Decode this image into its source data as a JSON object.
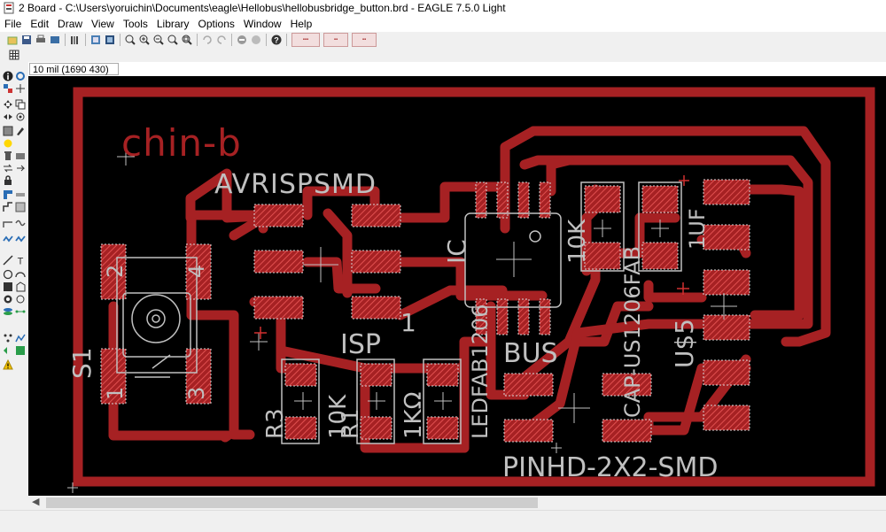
{
  "window": {
    "title": "2 Board - C:\\Users\\yoruichin\\Documents\\eagle\\Hellobus\\hellobusbridge_button.brd - EAGLE 7.5.0 Light"
  },
  "menu": [
    "File",
    "Edit",
    "Draw",
    "View",
    "Tools",
    "Library",
    "Options",
    "Window",
    "Help"
  ],
  "toolbar": {
    "buttons": [
      "open-icon",
      "save-icon",
      "print-icon",
      "cam-icon",
      "library-icon",
      "schematic-icon",
      "board-icon",
      "zoom-fit-icon",
      "zoom-in-icon",
      "zoom-out-icon",
      "zoom-redraw-icon",
      "zoom-select-icon",
      "undo-icon",
      "redo-icon",
      "stop-icon",
      "go-icon",
      "help-icon"
    ],
    "extra_buttons": [
      "design-link-icon",
      "pcb-quote-icon",
      "pcb-order-icon"
    ]
  },
  "grid_button": "grid-icon",
  "coordinate_readout": "10 mil (1690 430)",
  "board_labels": {
    "board_name": "chin-b",
    "header_name": "AVRISPSMD",
    "isp": "ISP",
    "ic": "IC",
    "bus": "BUS",
    "pin1": "1",
    "switch_name": "S1",
    "r3": "R3",
    "r3_value": "10K",
    "r1": "R1",
    "r1_value": "1KΩ",
    "led": "LEDFAB1206",
    "resistor_top": "10K",
    "cap_name": "CAP-US1206FAB",
    "cap_value": "1UF",
    "u5": "U$5",
    "pinhd": "PINHD-2X2-SMD",
    "sw_pin1": "1",
    "sw_pin2": "2",
    "sw_pin3": "3",
    "sw_pin4": "4"
  },
  "colors": {
    "canvas": "#000000",
    "copper_top": "#a62123",
    "silkscreen": "#c0c0c0",
    "pad_hatch": "#cf3a3a"
  }
}
